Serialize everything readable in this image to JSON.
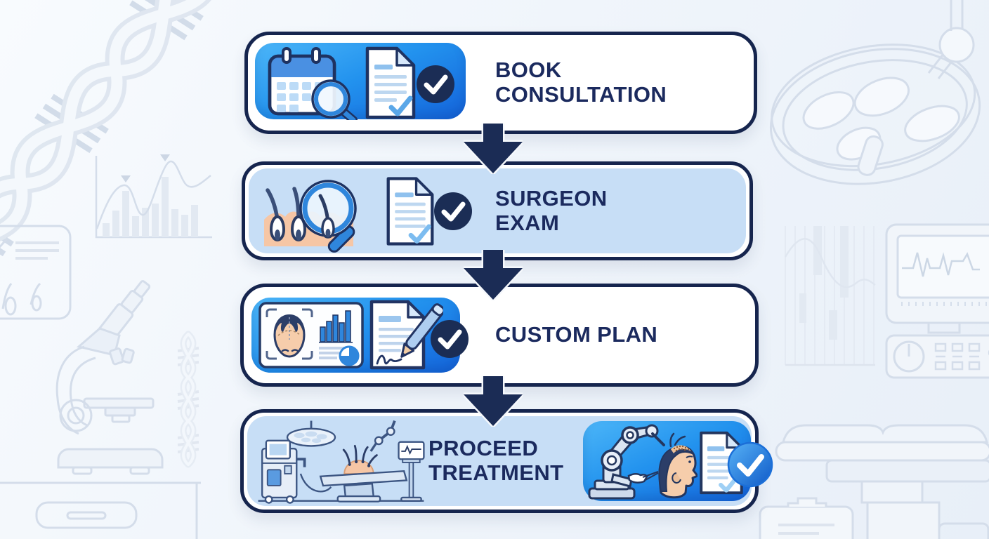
{
  "flow": {
    "direction": "vertical",
    "connectors": [
      "down-arrow",
      "down-arrow",
      "down-arrow"
    ]
  },
  "steps": [
    {
      "label_line1": "BOOK",
      "label_line2": "CONSULTATION",
      "card_style": "white",
      "icons": [
        "calendar-search-icon",
        "document-check-icon",
        "check-badge-icon"
      ]
    },
    {
      "label_line1": "SURGEON",
      "label_line2": "EXAM",
      "card_style": "light-blue",
      "icons": [
        "scalp-follicle-magnifier-icon",
        "document-check-icon",
        "check-badge-icon"
      ]
    },
    {
      "label_line1": "CUSTOM PLAN",
      "label_line2": "",
      "card_style": "white",
      "icons": [
        "head-scan-analysis-icon",
        "document-pen-icon",
        "check-badge-icon"
      ]
    },
    {
      "label_line1": "PROCEED",
      "label_line2": "TREATMENT",
      "card_style": "light-blue",
      "icons": [
        "operating-room-icon",
        "robotic-hair-transplant-icon",
        "document-check-icon",
        "check-badge-blue-icon"
      ]
    }
  ],
  "background_motifs": [
    "dna-helix-icon",
    "analytics-curve-chart-icon",
    "checklist-follicle-card-icon",
    "microscope-icon",
    "lab-desk-icon",
    "dna-strand-small-icon",
    "surgical-light-icon",
    "candlestick-chart-icon",
    "ecg-monitor-icon",
    "control-panel-icon",
    "operating-table-icon",
    "clipboard-icon"
  ],
  "colors": {
    "navy": "#16254E",
    "text_navy": "#1B2A5E",
    "arrow_navy": "#1B2C55",
    "card_light_blue": "#C7DEF6",
    "panel_gradient_start": "#4CB6F8",
    "panel_gradient_end": "#1463DA",
    "accent_blue": "#2F86DC",
    "light_line_blue": "#BDD7F0",
    "skin_peach": "#F6C8A6",
    "sketch_line": "#D4DDEA",
    "page_bg": "#F0F5FB"
  }
}
